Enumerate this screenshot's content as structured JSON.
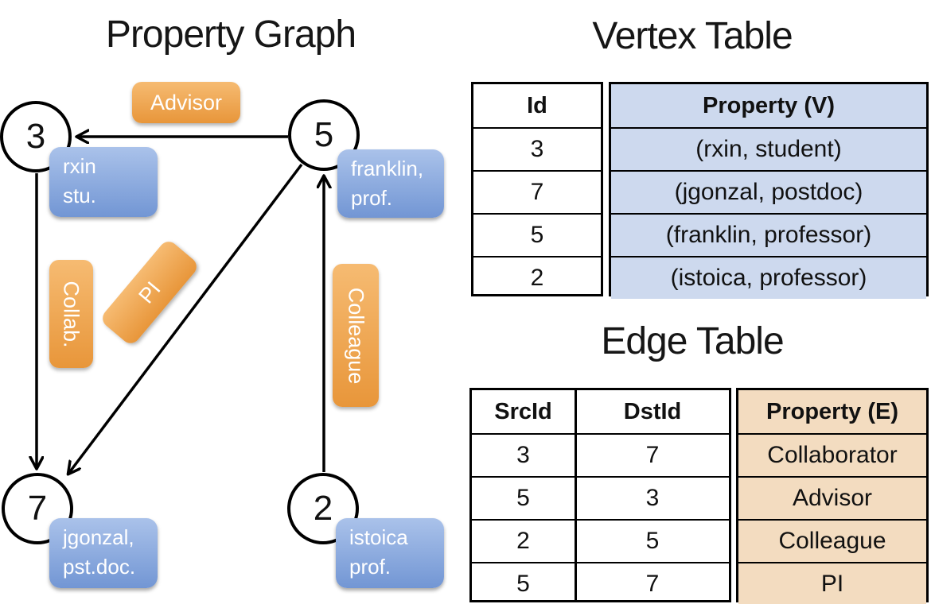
{
  "titles": {
    "graph": "Property Graph",
    "vertex_table": "Vertex Table",
    "edge_table": "Edge Table"
  },
  "graph": {
    "vertices": [
      {
        "id": "3",
        "label_line1": "rxin",
        "label_line2": "stu."
      },
      {
        "id": "5",
        "label_line1": "franklin,",
        "label_line2": "prof."
      },
      {
        "id": "7",
        "label_line1": "jgonzal,",
        "label_line2": "pst.doc."
      },
      {
        "id": "2",
        "label_line1": "istoica",
        "label_line2": "prof."
      }
    ],
    "edge_labels": {
      "advisor": "Advisor",
      "collab": "Collab.",
      "pi": "PI",
      "colleague": "Colleague"
    }
  },
  "vertex_table": {
    "headers": {
      "id": "Id",
      "property": "Property (V)"
    },
    "rows": [
      {
        "id": "3",
        "property": "(rxin, student)"
      },
      {
        "id": "7",
        "property": "(jgonzal, postdoc)"
      },
      {
        "id": "5",
        "property": "(franklin, professor)"
      },
      {
        "id": "2",
        "property": "(istoica, professor)"
      }
    ]
  },
  "edge_table": {
    "headers": {
      "src": "SrcId",
      "dst": "DstId",
      "property": "Property (E)"
    },
    "rows": [
      {
        "src": "3",
        "dst": "7",
        "property": "Collaborator"
      },
      {
        "src": "5",
        "dst": "3",
        "property": "Advisor"
      },
      {
        "src": "2",
        "dst": "5",
        "property": "Colleague"
      },
      {
        "src": "5",
        "dst": "7",
        "property": "PI"
      }
    ]
  },
  "colors": {
    "vertex_property_cell": "#cdd9ee",
    "edge_property_cell": "#f3dcc0",
    "edge_label_box": "#eda04f",
    "vertex_label_box": "#8bacdf",
    "line": "#000000"
  }
}
